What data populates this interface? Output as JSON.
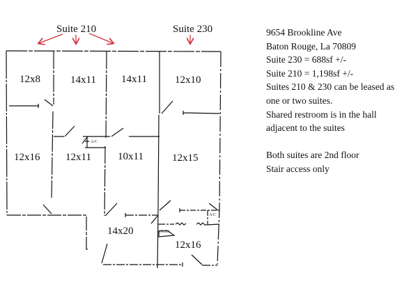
{
  "suites": {
    "suite_210_label": "Suite 210",
    "suite_230_label": "Suite 230"
  },
  "rooms": [
    {
      "id": "r1",
      "label": "12x8"
    },
    {
      "id": "r2",
      "label": "14x11"
    },
    {
      "id": "r3",
      "label": "14x11"
    },
    {
      "id": "r4",
      "label": "12x10"
    },
    {
      "id": "r5",
      "label": "12x16"
    },
    {
      "id": "r6",
      "label": "12x11"
    },
    {
      "id": "r7",
      "label": "10x11"
    },
    {
      "id": "r8",
      "label": "12x15"
    },
    {
      "id": "r9",
      "label": "14x20"
    },
    {
      "id": "r10",
      "label": "12x16"
    }
  ],
  "fixtures": {
    "ac_1": "A/C",
    "ac_2": "A/C",
    "closet": "Closet"
  },
  "info": {
    "address_line1": "9654 Brookline Ave",
    "address_line2": "Baton Rouge, La 70809",
    "suite_230_area": "Suite 230 = 688sf +/-",
    "suite_210_area": "Suite 210 = 1,198sf +/-",
    "lease_note_1": "Suites 210 & 230 can be leased as",
    "lease_note_2": "one or two suites.",
    "restroom_note_1": "Shared restroom is in the hall",
    "restroom_note_2": "adjacent to the suites",
    "floor_note": "Both suites are 2nd floor",
    "access_note": "Stair access only"
  },
  "colors": {
    "arrow": "#d0323a",
    "wall": "#111111"
  }
}
